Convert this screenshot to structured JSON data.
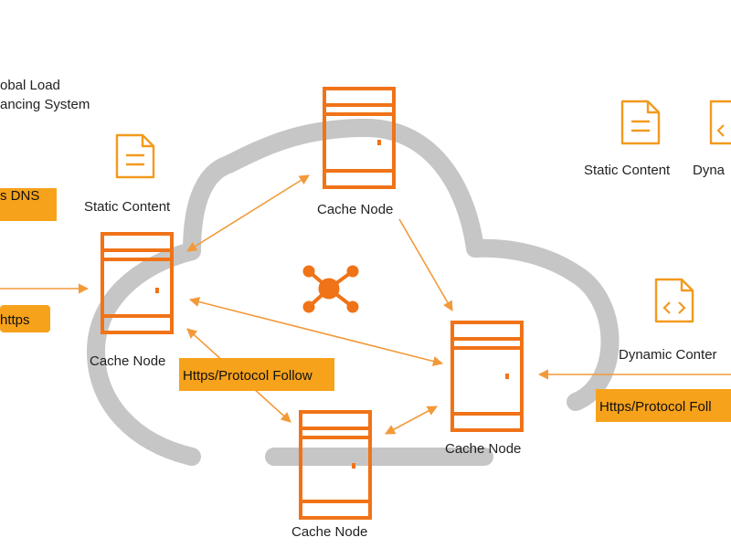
{
  "colors": {
    "accent": "#f39a1e",
    "server": "#f07318",
    "cloud": "#c6c6c6",
    "label_bg": "#f7a21b",
    "arrow": "#f29a3a"
  },
  "glb_title_line1": "obal Load",
  "glb_title_line2": "ancing System",
  "dns_label": "s DNS",
  "https_label": "https",
  "static_content_left": "Static Content",
  "static_content_right": "Static Content",
  "dynamic_content_right_top": "Dyna",
  "dynamic_content": "Dynamic Conter",
  "cache_nodes": {
    "top": "Cache Node",
    "left": "Cache Node",
    "right": "Cache Node",
    "bottom": "Cache Node"
  },
  "protocol_follow_left": "Https/Protocol Follow",
  "protocol_follow_right": "Https/Protocol Foll",
  "icons": {
    "hub": "network-hub-icon",
    "doc_lines": "document-lines-icon",
    "doc_code": "document-code-icon",
    "server": "server-icon"
  }
}
